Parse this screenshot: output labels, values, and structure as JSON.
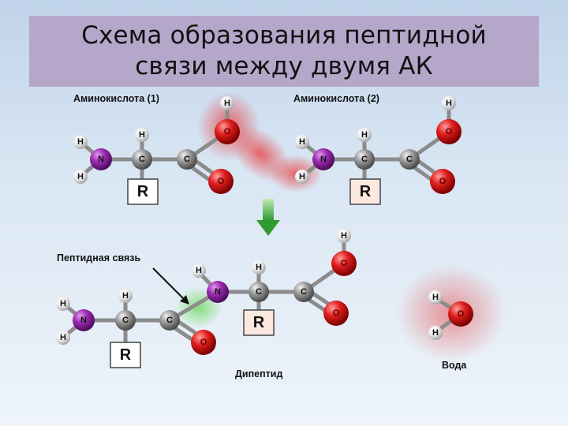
{
  "title": {
    "line1": "Схема образования пептидной",
    "line2": "связи между двумя АК"
  },
  "labels": {
    "amino_acid_1": "Аминокислота (1)",
    "amino_acid_2": "Аминокислота (2)",
    "peptide_bond": "Пептидная связь",
    "dipeptide": "Дипептид",
    "water": "Вода"
  },
  "atoms": {
    "H": "H",
    "N": "N",
    "C": "C",
    "O": "O",
    "R": "R"
  },
  "colors": {
    "nitrogen": "#8a1e9e",
    "carbon": "#7a7a7a",
    "oxygen": "#d01b1b",
    "hydrogen": "#e8e8e8",
    "arrow": "#3aa33a",
    "title_bg": "#b4a7c9",
    "water_glow": "#e04a4a",
    "bond_glow": "#7fdc6a"
  }
}
